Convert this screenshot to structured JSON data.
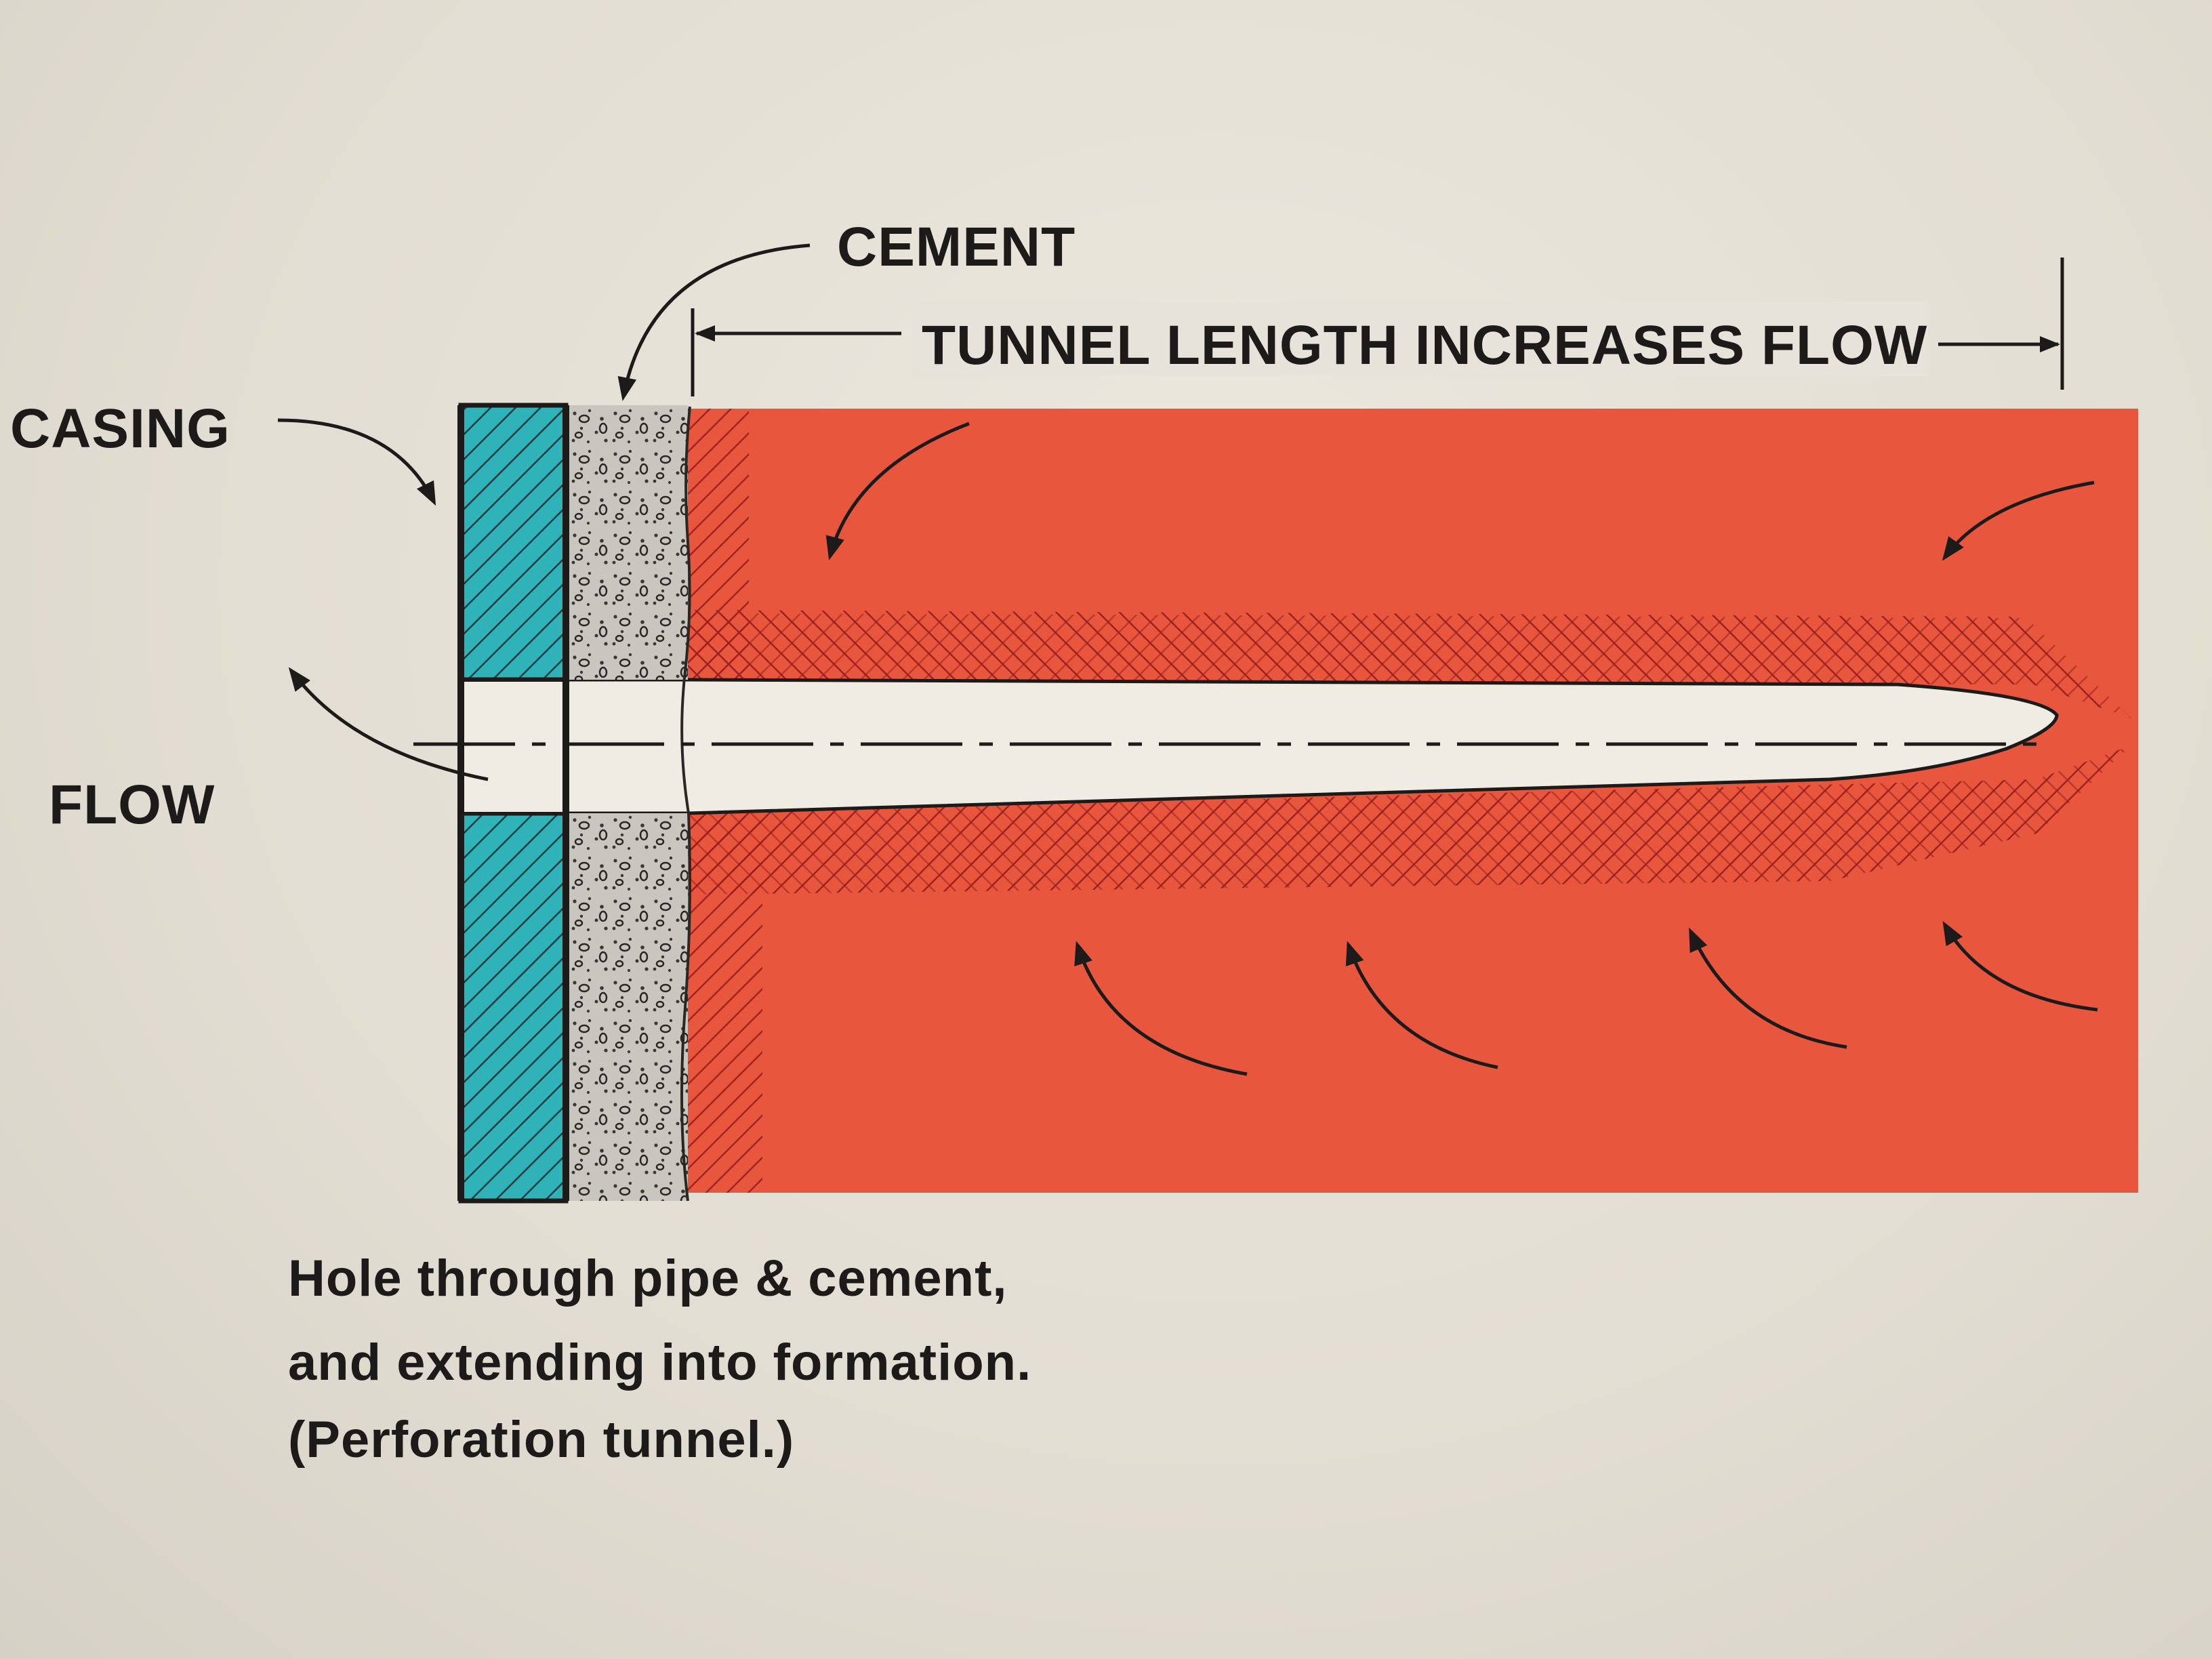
{
  "labels": {
    "cement": "CEMENT",
    "tunnel_length": "TUNNEL LENGTH INCREASES FLOW",
    "casing": "CASING",
    "flow": "FLOW"
  },
  "caption": {
    "line1": "Hole through pipe & cement,",
    "line2": "and extending into formation.",
    "line3": "(Perforation tunnel.)"
  },
  "colors": {
    "background": "#e6e1d7",
    "casing": "#2fb3b8",
    "cement": "#c9c6bf",
    "formation": "#e8563e",
    "hatch": "#9a1f1c",
    "tunnel": "#efece4",
    "ink": "#1d1b1a"
  }
}
